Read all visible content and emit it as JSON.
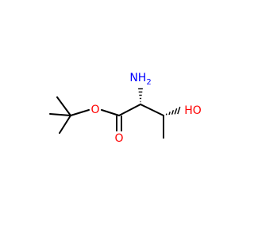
{
  "molecule": {
    "colors": {
      "bond": "#000000",
      "oxygen": "#ff0000",
      "nitrogen": "#0000ff"
    },
    "atoms": {
      "ester_oxygen": {
        "text": "O"
      },
      "carbonyl_oxygen": {
        "text": "O"
      },
      "amine": {
        "text": "NH",
        "sub": "2"
      },
      "hydroxyl": {
        "text": "HO"
      }
    }
  }
}
